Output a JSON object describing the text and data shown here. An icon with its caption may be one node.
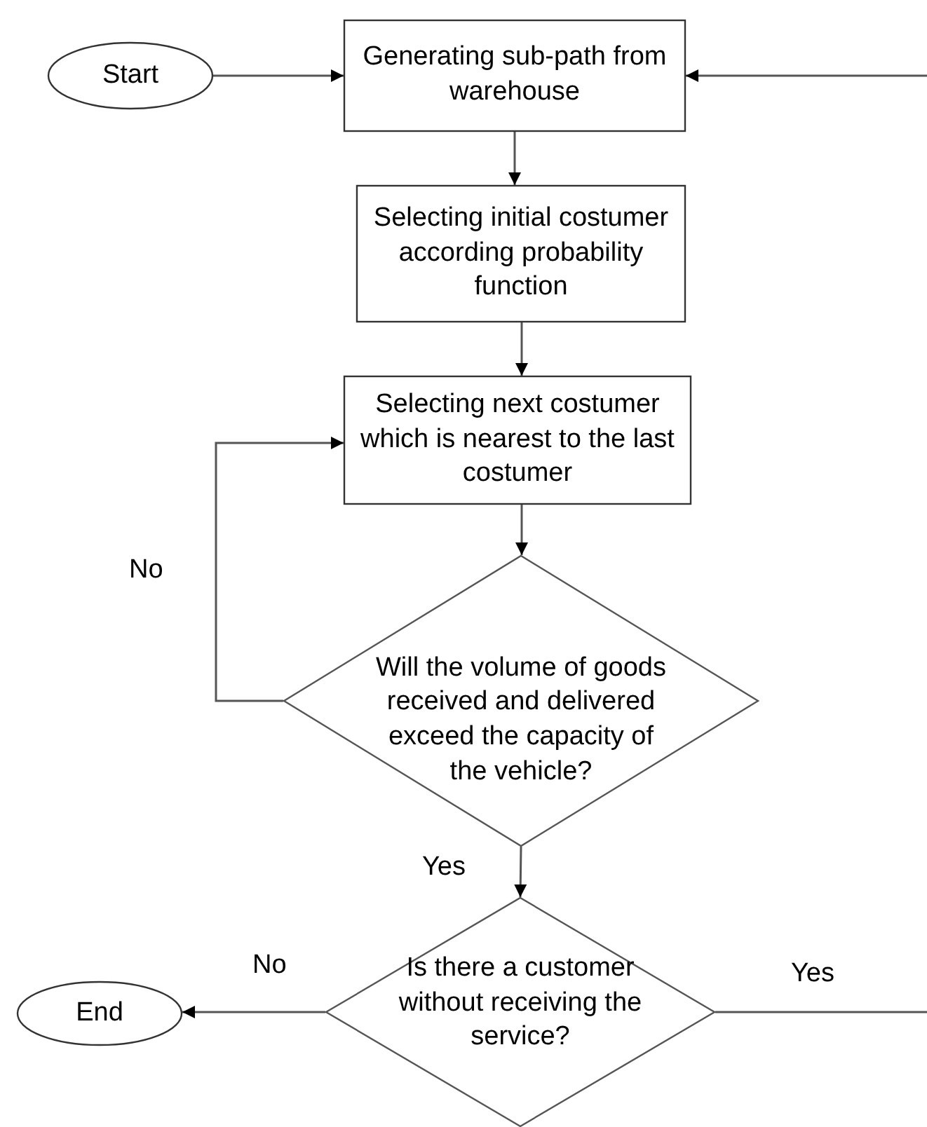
{
  "diagram": {
    "nodes": [
      {
        "text": [
          "Start"
        ]
      },
      {
        "text": [
          "Generating sub-path from warehouse"
        ]
      },
      {
        "text": [
          "Selecting initial costumer according probability function"
        ]
      },
      {
        "text": [
          "Selecting next costumer which is nearest to the last costumer"
        ]
      },
      {
        "text": [
          "Will the volume of goods received and delivered exceed the capacity of the vehicle?"
        ]
      },
      {
        "text": [
          "Is there a customer without receiving the service?"
        ]
      },
      {
        "text": [
          "End"
        ]
      }
    ],
    "edges": [
      {
        "from": 0,
        "to": 1,
        "arrow": "to"
      },
      {
        "from": null,
        "to": 1,
        "arrow": "to"
      },
      {
        "from": 1,
        "to": 2,
        "arrow": "to"
      },
      {
        "from": 2,
        "to": 3,
        "arrow": "to"
      },
      {
        "from": 3,
        "to": 4,
        "arrow": "to"
      },
      {
        "from": 4,
        "to": 3,
        "arrow": "to",
        "label": "No"
      },
      {
        "from": 4,
        "to": 5,
        "arrow": "to",
        "label": "Yes"
      },
      {
        "from": 5,
        "to": 6,
        "arrow": "to",
        "label": "No"
      },
      {
        "from": 5,
        "to": null,
        "arrow": "none",
        "label": "Yes"
      }
    ]
  }
}
